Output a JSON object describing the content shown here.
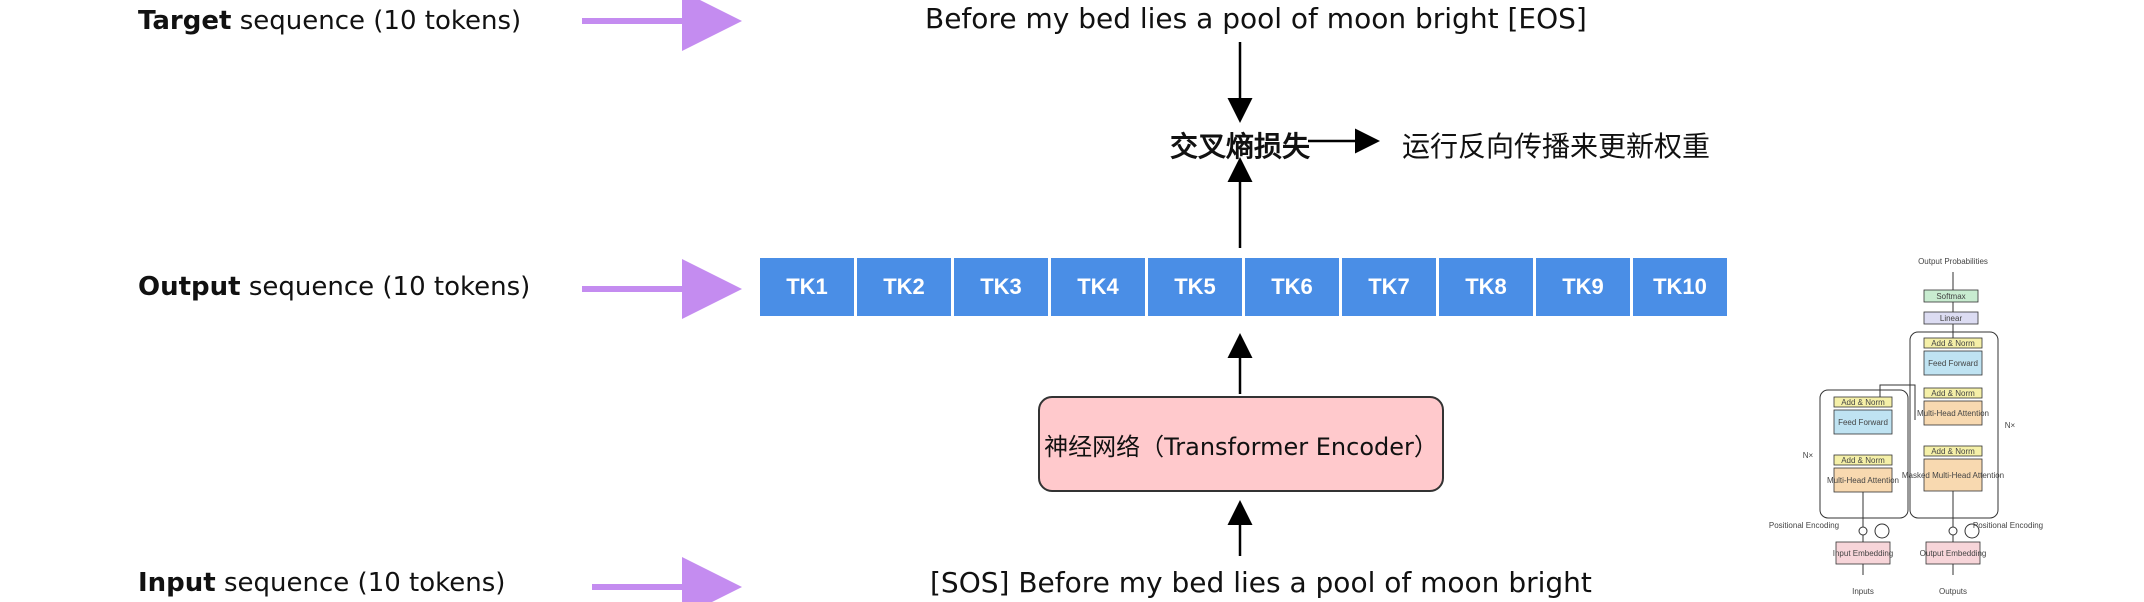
{
  "rows": {
    "target": {
      "bold": "Target",
      "rest": " sequence (10 tokens)"
    },
    "output": {
      "bold": "Output",
      "rest": " sequence (10 tokens)"
    },
    "input": {
      "bold": "Input",
      "rest": " sequence (10 tokens)"
    }
  },
  "target_sequence": "Before my bed lies a pool of moon bright [EOS]",
  "input_sequence": "[SOS] Before my bed lies a pool of moon bright",
  "loss_label": "交叉熵损失",
  "backprop_label": "运行反向传播来更新权重",
  "encoder_label": "神经网络（Transformer Encoder）",
  "tokens": [
    "TK1",
    "TK2",
    "TK3",
    "TK4",
    "TK5",
    "TK6",
    "TK7",
    "TK8",
    "TK9",
    "TK10"
  ],
  "colors": {
    "arrow": "#c48cf0",
    "token": "#4a8ee6",
    "encoder": "#ffc9cc"
  },
  "thumbnail": {
    "output_probabilities": "Output Probabilities",
    "softmax": "Softmax",
    "linear": "Linear",
    "add_norm": "Add & Norm",
    "feed_forward": "Feed Forward",
    "multi_head_attention": "Multi-Head Attention",
    "masked_multi_head_attention": "Masked Multi-Head Attention",
    "nx": "N×",
    "positional_encoding": "Positional Encoding",
    "input_embedding": "Input Embedding",
    "output_embedding": "Output Embedding",
    "inputs": "Inputs",
    "outputs": "Outputs"
  }
}
